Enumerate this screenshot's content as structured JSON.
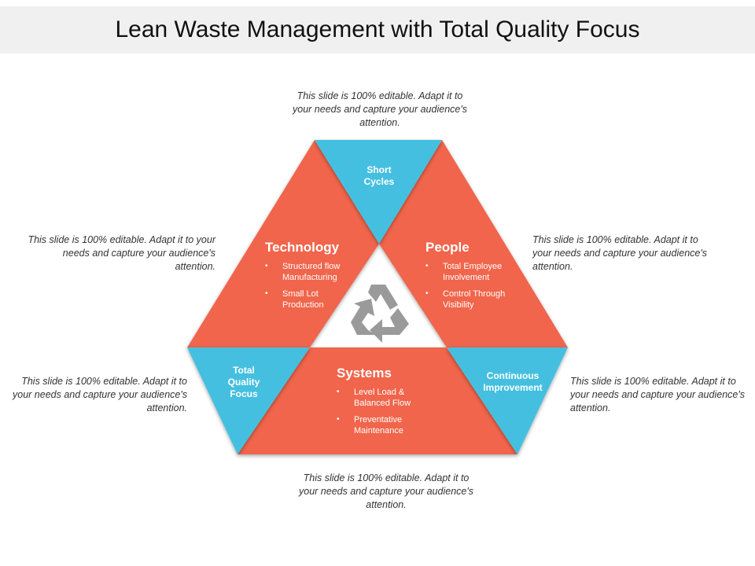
{
  "title": "Lean Waste Management with Total Quality Focus",
  "colors": {
    "segment_red": "#f0654b",
    "corner_blue": "#45bfe0",
    "recycle_gray": "#9a9a9a",
    "title_band": "#f0f0f0"
  },
  "notes": {
    "top": "This slide is 100% editable. Adapt it to your needs and capture your audience's attention.",
    "left_upper": "This slide is 100% editable. Adapt it to your needs and capture your audience's attention.",
    "right_upper": "This slide is 100% editable. Adapt it to your needs and capture your audience's attention.",
    "left_lower": "This slide is 100% editable. Adapt it to your needs and capture your audience's attention.",
    "right_lower": "This slide is 100% editable. Adapt it to your needs and capture your audience's attention.",
    "bottom": "This slide is 100% editable. Adapt it to your needs and capture your audience's attention."
  },
  "segments": {
    "technology": {
      "title": "Technology",
      "bullets": [
        "Structured flow Manufacturing",
        "Small Lot Production"
      ]
    },
    "people": {
      "title": "People",
      "bullets": [
        "Total Employee Involvement",
        "Control Through Visibility"
      ]
    },
    "systems": {
      "title": "Systems",
      "bullets": [
        "Level Load & Balanced Flow",
        "Preventative Maintenance"
      ]
    }
  },
  "corners": {
    "top": "Short Cycles",
    "left": "Total Quality Focus",
    "right": "Continuous Improvement"
  },
  "center_icon": "recycle-icon"
}
